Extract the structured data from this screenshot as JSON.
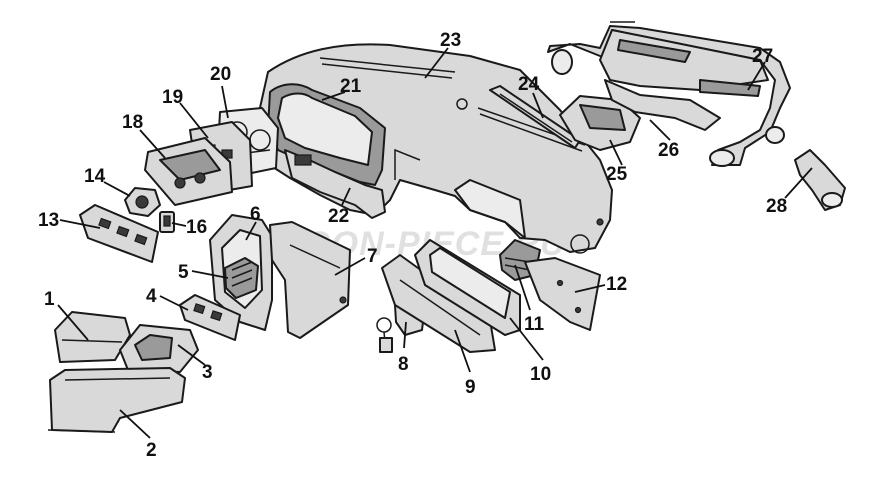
{
  "watermark": "ERGON-PIECE.RU",
  "callouts": [
    {
      "id": "1",
      "label": "1"
    },
    {
      "id": "2",
      "label": "2"
    },
    {
      "id": "3",
      "label": "3"
    },
    {
      "id": "4",
      "label": "4"
    },
    {
      "id": "5",
      "label": "5"
    },
    {
      "id": "6",
      "label": "6"
    },
    {
      "id": "7",
      "label": "7"
    },
    {
      "id": "8",
      "label": "8"
    },
    {
      "id": "9",
      "label": "9"
    },
    {
      "id": "10",
      "label": "10"
    },
    {
      "id": "11",
      "label": "11"
    },
    {
      "id": "12",
      "label": "12"
    },
    {
      "id": "13",
      "label": "13"
    },
    {
      "id": "14",
      "label": "14"
    },
    {
      "id": "16",
      "label": "16"
    },
    {
      "id": "18",
      "label": "18"
    },
    {
      "id": "19",
      "label": "19"
    },
    {
      "id": "20",
      "label": "20"
    },
    {
      "id": "21",
      "label": "21"
    },
    {
      "id": "22",
      "label": "22"
    },
    {
      "id": "23",
      "label": "23"
    },
    {
      "id": "24",
      "label": "24"
    },
    {
      "id": "25",
      "label": "25"
    },
    {
      "id": "26",
      "label": "26"
    },
    {
      "id": "27",
      "label": "27"
    },
    {
      "id": "28",
      "label": "28"
    }
  ]
}
